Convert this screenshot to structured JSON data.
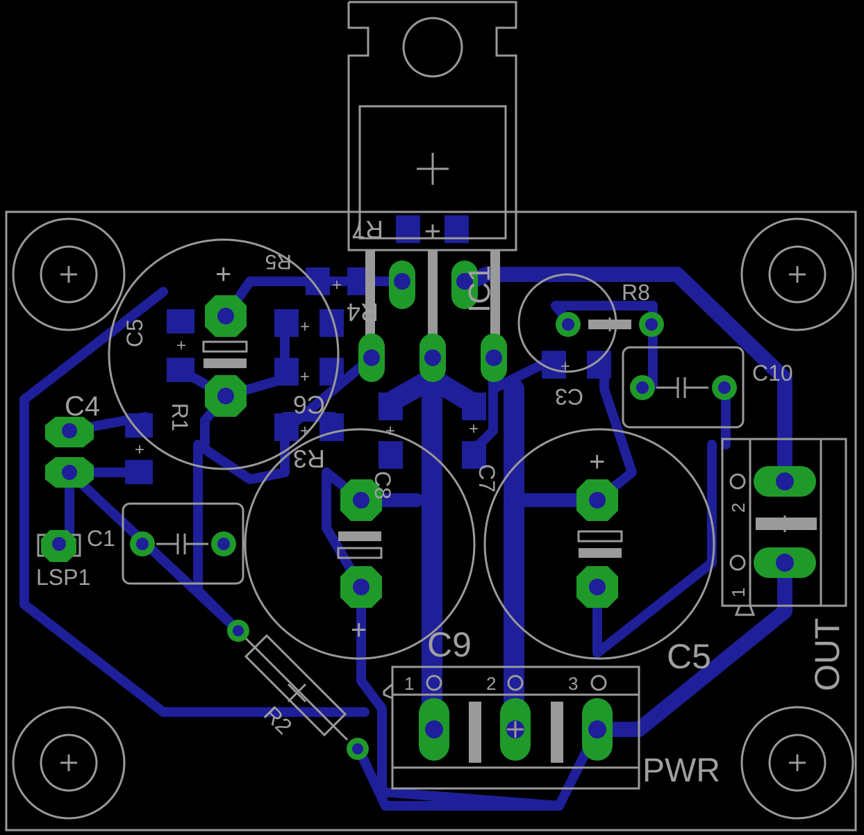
{
  "labels": {
    "ic1": "IC1",
    "r7": "R7",
    "r5": "R5",
    "r4": "R4",
    "r8": "R8",
    "r3": "R3",
    "r1": "R1",
    "r2": "R2",
    "c5_left": "C5",
    "c6": "C6",
    "c4": "C4",
    "c1": "C1",
    "c3": "C3",
    "c7": "C7",
    "c8": "C8",
    "c9": "C9",
    "c5_right": "C5",
    "c10": "C10",
    "lsp1": "LSP1",
    "out": "OUT",
    "pwr": "PWR",
    "pwr_pin1": "1",
    "pwr_pin2": "2",
    "pwr_pin3": "3",
    "out_pin1": "1",
    "out_pin2": "2",
    "plus": "+"
  },
  "colors": {
    "background": "#000000",
    "trace": "#1f1f99",
    "pad": "#1f9a2a",
    "silkscreen": "#9a9a9a"
  }
}
